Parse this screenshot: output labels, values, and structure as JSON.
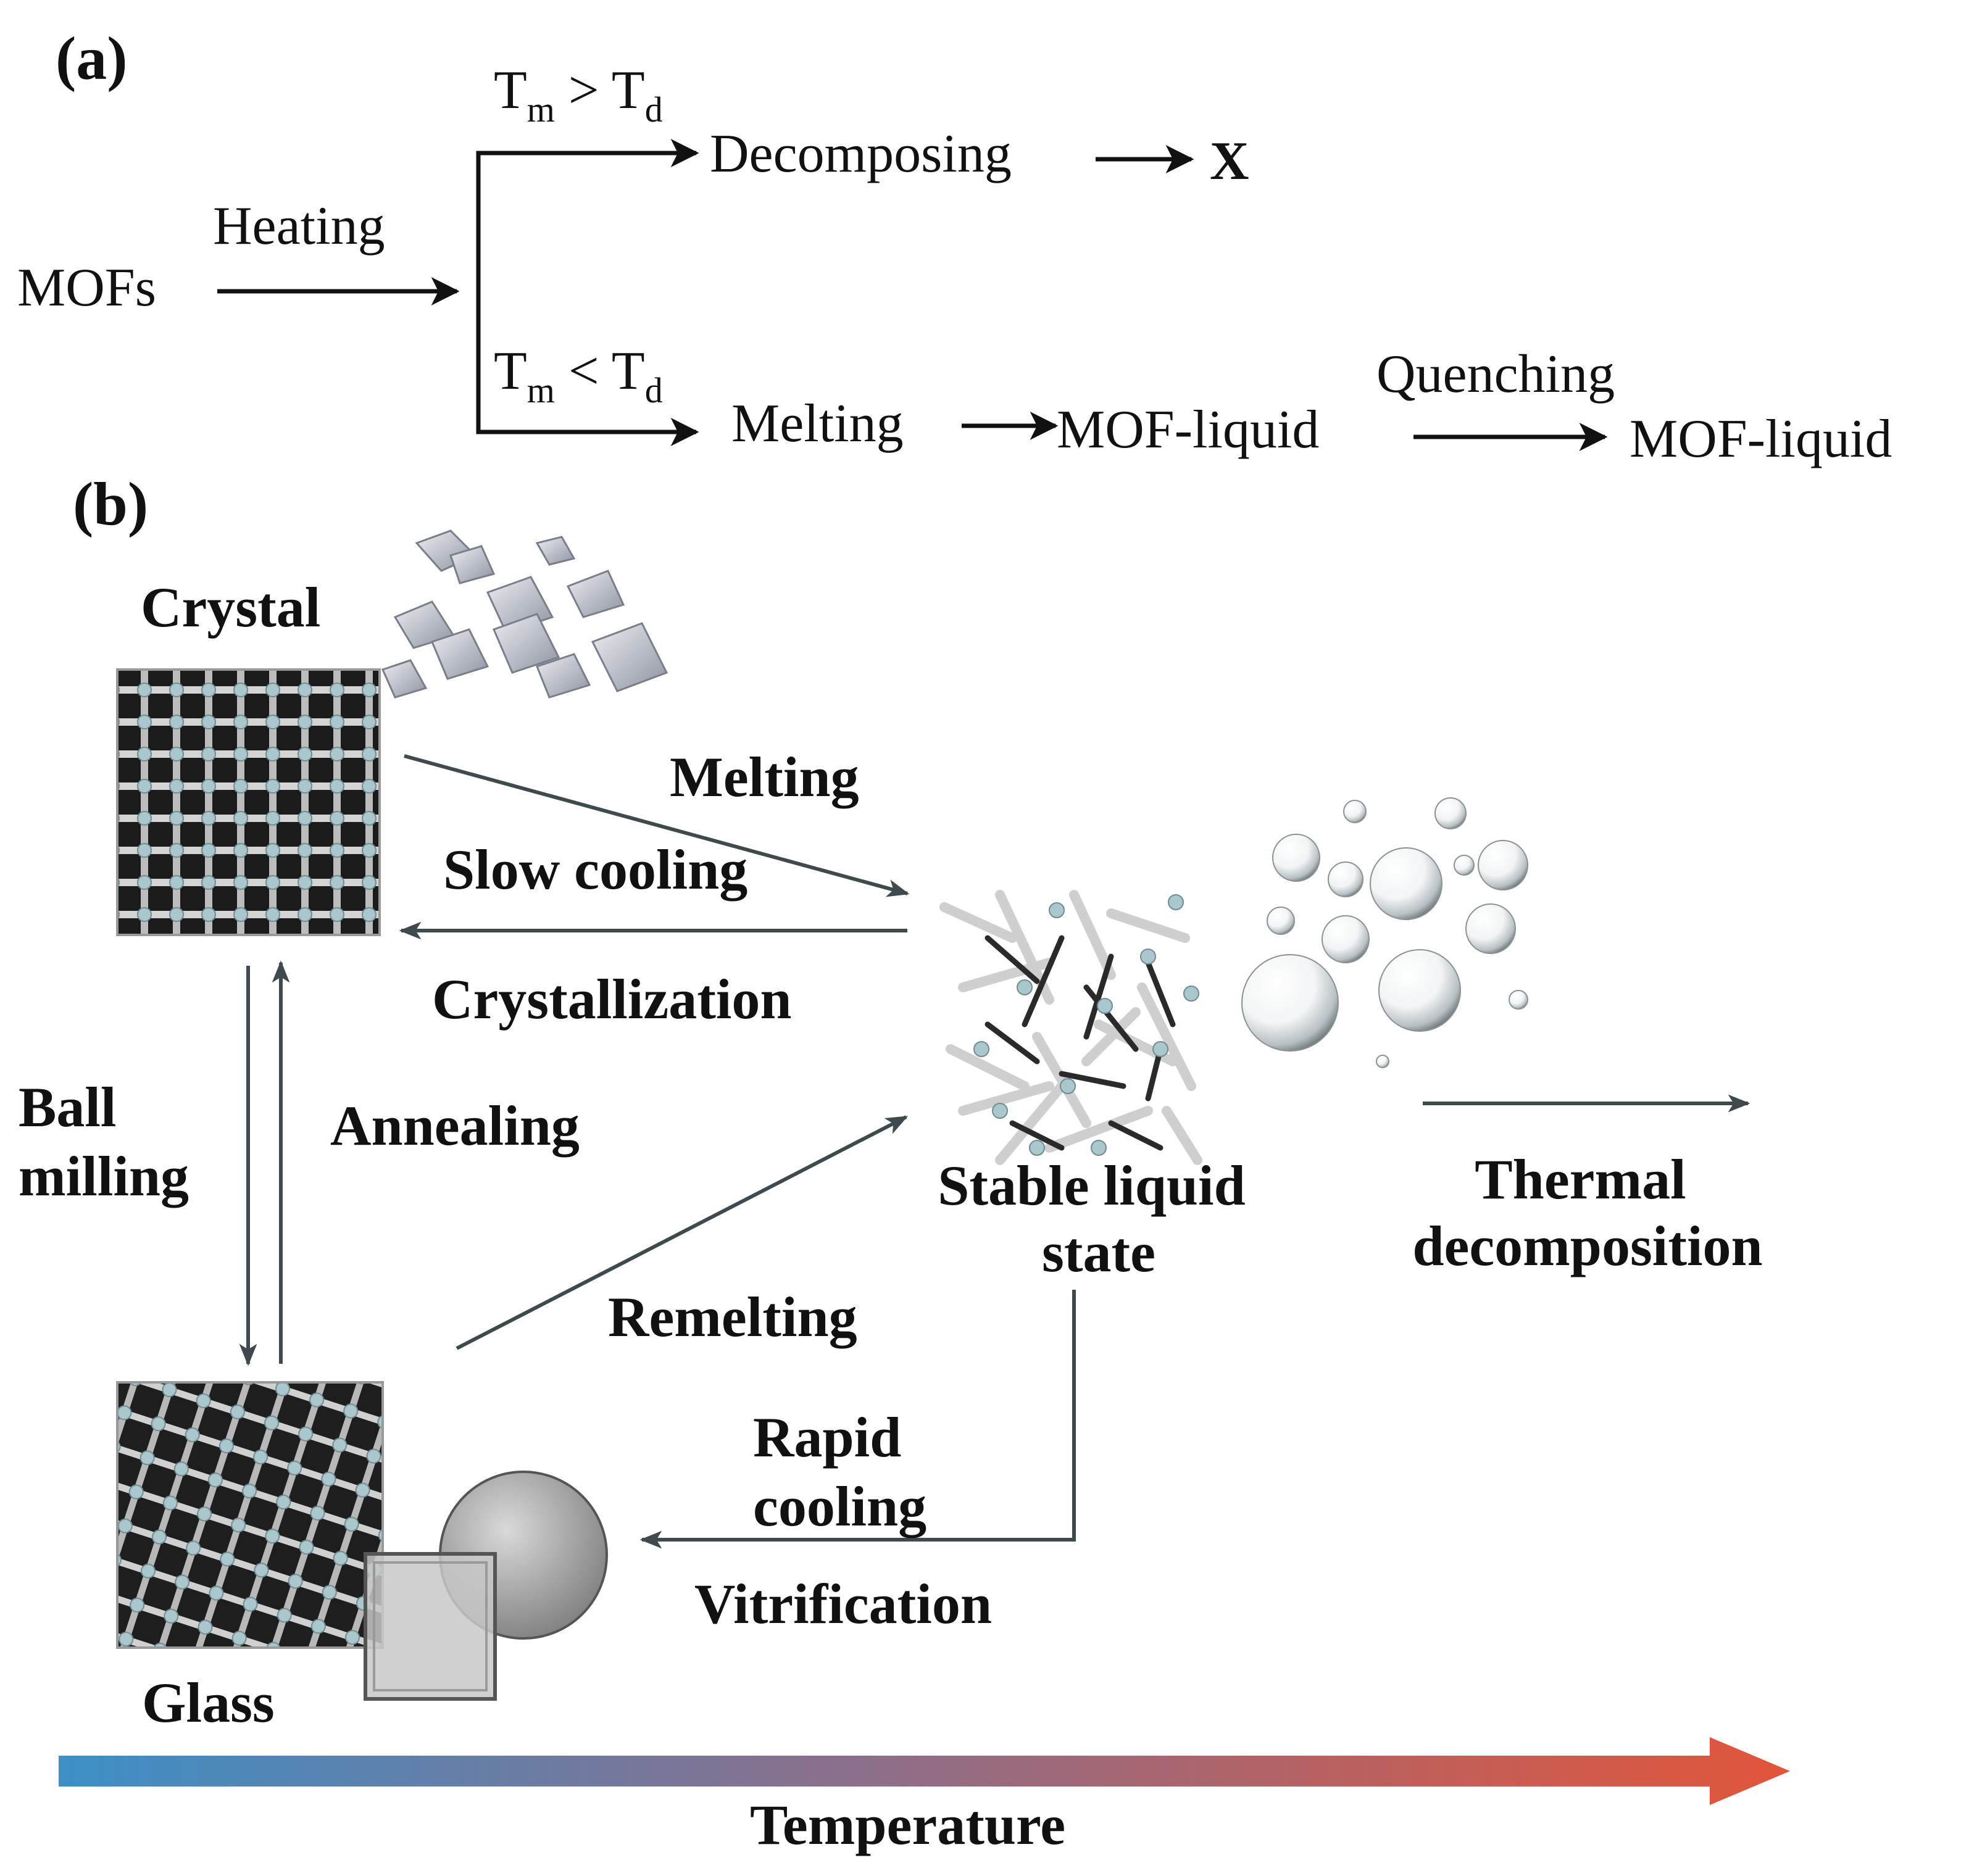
{
  "panel_a": {
    "label": "(a)",
    "start": "MOFs",
    "heating": "Heating",
    "condition_top": {
      "main": "T",
      "sub1": "m",
      "op": " > T",
      "sub2": "d"
    },
    "condition_bottom": {
      "main": "T",
      "sub1": "m",
      "op": " < T",
      "sub2": "d"
    },
    "decomposing": "Decomposing",
    "x_mark": "X",
    "melting": "Melting",
    "mof_liquid_1": "MOF-liquid",
    "quenching": "Quenching",
    "mof_liquid_2": "MOF-liquid"
  },
  "panel_b": {
    "label": "(b)",
    "crystal": "Crystal",
    "glass": "Glass",
    "melting": "Melting",
    "slow_cooling": "Slow cooling",
    "crystallization": "Crystallization",
    "ball_milling_1": "Ball",
    "ball_milling_2": "milling",
    "annealing": "Annealing",
    "remelting": "Remelting",
    "stable_1": "Stable liquid",
    "stable_2": "state",
    "thermal_1": "Thermal",
    "thermal_2": "decomposition",
    "rapid_1": "Rapid",
    "rapid_2": "cooling",
    "vitrification": "Vitrification",
    "temperature": "Temperature"
  },
  "colors": {
    "ink": "#111111",
    "arrow_gray": "#3f4a4e",
    "gradient_start": "#3d8fc6",
    "gradient_mid": "#8a6f8c",
    "gradient_end": "#e2553a",
    "node": "#a9c7cc"
  }
}
